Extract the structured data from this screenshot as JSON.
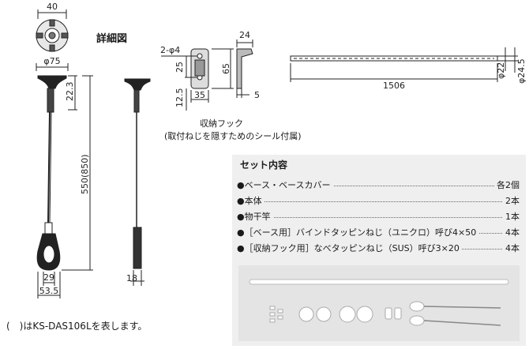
{
  "title": "詳細図",
  "dimensions": {
    "ring_top": "40",
    "base_dia": "φ75",
    "arm_top": "22.3",
    "arm_length": "550(850)",
    "loop_inner": "29",
    "loop_outer": "53.5",
    "side_width": "18",
    "hook_holes": "2-φ4",
    "hook_25": "25",
    "hook_65": "65",
    "hook_12_5": "12.5",
    "hook_35": "35",
    "hook_24": "24",
    "hook_5": "5",
    "pole_length": "1506",
    "pole_dia": "φ22",
    "pole_end_dia": "φ24.5"
  },
  "hook_caption": "収納フック",
  "hook_note": "(取付ねじを隠すためのシール付属)",
  "note": "(　)はKS-DAS106Lを表します。",
  "set": {
    "title": "セット内容",
    "items": [
      {
        "name": "●ベース・ベースカバー",
        "qty": "各2個"
      },
      {
        "name": "●本体",
        "qty": "2本"
      },
      {
        "name": "●物干竿",
        "qty": "1本"
      },
      {
        "name": "●［ベース用］バインドタッピンねじ（ユニクロ）呼び4×50",
        "qty": "4本"
      },
      {
        "name": "●［収納フック用］なべタッピンねじ（SUS）呼び3×20",
        "qty": "4本"
      }
    ]
  }
}
